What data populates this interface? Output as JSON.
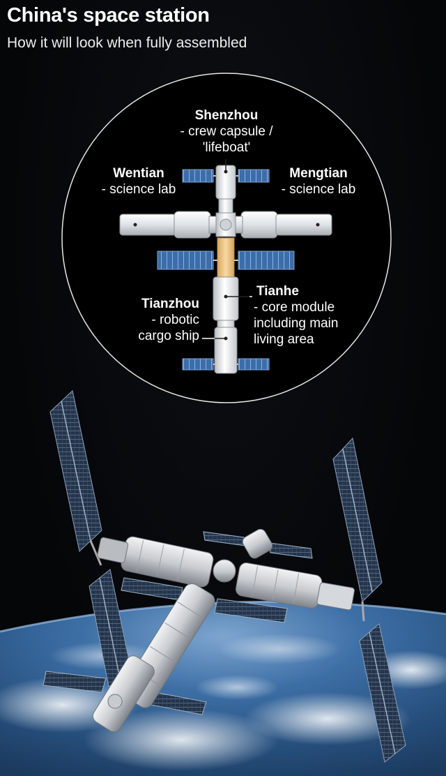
{
  "header": {
    "title": "China's space station",
    "subtitle": "How it will look when fully assembled"
  },
  "diagram": {
    "shenzhou": {
      "name": "Shenzhou",
      "line1": "- crew capsule /",
      "line2": "'lifeboat'"
    },
    "wentian": {
      "name": "Wentian",
      "desc": "- science lab"
    },
    "mengtian": {
      "name": "Mengtian",
      "desc": "- science lab"
    },
    "tianhe": {
      "name": "Tianhe",
      "line1": "- core module",
      "line2": "including main",
      "line3": "living area"
    },
    "tianzhou": {
      "name": "Tianzhou",
      "line1": "- robotic",
      "line2": "cargo ship"
    }
  },
  "colors": {
    "background": "#050608",
    "module": "#e2e4e6",
    "solar_panel": "#3d6fae",
    "tianhe_highlight": "#f2c98a",
    "earth": "#3a6da3"
  }
}
